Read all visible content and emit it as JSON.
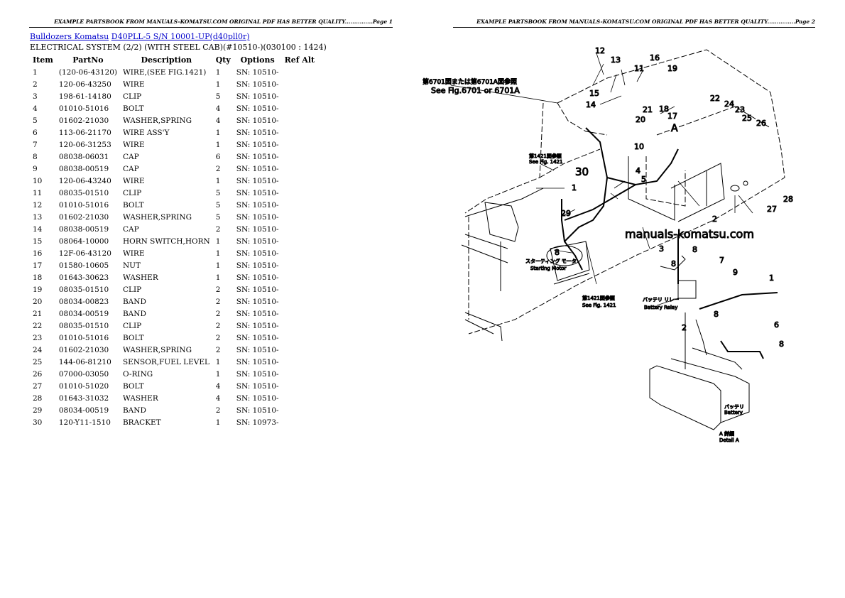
{
  "pages": {
    "left": {
      "header": "EXAMPLE PARTSBOOK FROM MANUALS-KOMATSU.COM ORIGINAL PDF HAS BETTER QUALITY...............Page 1"
    },
    "right": {
      "header": "EXAMPLE PARTSBOOK FROM MANUALS-KOMATSU.COM ORIGINAL PDF HAS BETTER QUALITY...............Page 2"
    }
  },
  "breadcrumb": {
    "category_link": "Bulldozers Komatsu",
    "model_link": "D40PLL-5 S/N 10001-UP(d40pll0r)"
  },
  "section_title": "ELECTRICAL SYSTEM (2/2) (WITH STEEL CAB)(#10510-)(030100 : 1424)",
  "table": {
    "headers": [
      "Item",
      "PartNo",
      "Description",
      "Qty",
      "Options",
      "Ref Alt"
    ],
    "rows": [
      {
        "item": "1",
        "partno": "(120-06-43120)",
        "desc": "WIRE,(SEE FIG.1421)",
        "qty": "1",
        "options": "SN: 10510-",
        "ref": ""
      },
      {
        "item": "2",
        "partno": "120-06-43250",
        "desc": "WIRE",
        "qty": "1",
        "options": "SN: 10510-",
        "ref": ""
      },
      {
        "item": "3",
        "partno": "198-61-14180",
        "desc": "CLIP",
        "qty": "5",
        "options": "SN: 10510-",
        "ref": ""
      },
      {
        "item": "4",
        "partno": "01010-51016",
        "desc": "BOLT",
        "qty": "4",
        "options": "SN: 10510-",
        "ref": ""
      },
      {
        "item": "5",
        "partno": "01602-21030",
        "desc": "WASHER,SPRING",
        "qty": "4",
        "options": "SN: 10510-",
        "ref": ""
      },
      {
        "item": "6",
        "partno": "113-06-21170",
        "desc": "WIRE ASS'Y",
        "qty": "1",
        "options": "SN: 10510-",
        "ref": ""
      },
      {
        "item": "7",
        "partno": "120-06-31253",
        "desc": "WIRE",
        "qty": "1",
        "options": "SN: 10510-",
        "ref": ""
      },
      {
        "item": "8",
        "partno": "08038-06031",
        "desc": "CAP",
        "qty": "6",
        "options": "SN: 10510-",
        "ref": ""
      },
      {
        "item": "9",
        "partno": "08038-00519",
        "desc": "CAP",
        "qty": "2",
        "options": "SN: 10510-",
        "ref": ""
      },
      {
        "item": "10",
        "partno": "120-06-43240",
        "desc": "WIRE",
        "qty": "1",
        "options": "SN: 10510-",
        "ref": ""
      },
      {
        "item": "11",
        "partno": "08035-01510",
        "desc": "CLIP",
        "qty": "5",
        "options": "SN: 10510-",
        "ref": ""
      },
      {
        "item": "12",
        "partno": "01010-51016",
        "desc": "BOLT",
        "qty": "5",
        "options": "SN: 10510-",
        "ref": ""
      },
      {
        "item": "13",
        "partno": "01602-21030",
        "desc": "WASHER,SPRING",
        "qty": "5",
        "options": "SN: 10510-",
        "ref": ""
      },
      {
        "item": "14",
        "partno": "08038-00519",
        "desc": "CAP",
        "qty": "2",
        "options": "SN: 10510-",
        "ref": ""
      },
      {
        "item": "15",
        "partno": "08064-10000",
        "desc": "HORN SWITCH,HORN",
        "qty": "1",
        "options": "SN: 10510-",
        "ref": ""
      },
      {
        "item": "16",
        "partno": "12F-06-43120",
        "desc": "WIRE",
        "qty": "1",
        "options": "SN: 10510-",
        "ref": ""
      },
      {
        "item": "17",
        "partno": "01580-10605",
        "desc": "NUT",
        "qty": "1",
        "options": "SN: 10510-",
        "ref": ""
      },
      {
        "item": "18",
        "partno": "01643-30623",
        "desc": "WASHER",
        "qty": "1",
        "options": "SN: 10510-",
        "ref": ""
      },
      {
        "item": "19",
        "partno": "08035-01510",
        "desc": "CLIP",
        "qty": "2",
        "options": "SN: 10510-",
        "ref": ""
      },
      {
        "item": "20",
        "partno": "08034-00823",
        "desc": "BAND",
        "qty": "2",
        "options": "SN: 10510-",
        "ref": ""
      },
      {
        "item": "21",
        "partno": "08034-00519",
        "desc": "BAND",
        "qty": "2",
        "options": "SN: 10510-",
        "ref": ""
      },
      {
        "item": "22",
        "partno": "08035-01510",
        "desc": "CLIP",
        "qty": "2",
        "options": "SN: 10510-",
        "ref": ""
      },
      {
        "item": "23",
        "partno": "01010-51016",
        "desc": "BOLT",
        "qty": "2",
        "options": "SN: 10510-",
        "ref": ""
      },
      {
        "item": "24",
        "partno": "01602-21030",
        "desc": "WASHER,SPRING",
        "qty": "2",
        "options": "SN: 10510-",
        "ref": ""
      },
      {
        "item": "25",
        "partno": "144-06-81210",
        "desc": "SENSOR,FUEL LEVEL",
        "qty": "1",
        "options": "SN: 10510-",
        "ref": ""
      },
      {
        "item": "26",
        "partno": "07000-03050",
        "desc": "O-RING",
        "qty": "1",
        "options": "SN: 10510-",
        "ref": ""
      },
      {
        "item": "27",
        "partno": "01010-51020",
        "desc": "BOLT",
        "qty": "4",
        "options": "SN: 10510-",
        "ref": ""
      },
      {
        "item": "28",
        "partno": "01643-31032",
        "desc": "WASHER",
        "qty": "4",
        "options": "SN: 10510-",
        "ref": ""
      },
      {
        "item": "29",
        "partno": "08034-00519",
        "desc": "BAND",
        "qty": "2",
        "options": "SN: 10510-",
        "ref": ""
      },
      {
        "item": "30",
        "partno": "120-Y11-1510",
        "desc": "BRACKET",
        "qty": "1",
        "options": "SN: 10973-",
        "ref": ""
      }
    ]
  },
  "diagram": {
    "watermark": "manuals-komatsu.com",
    "callouts": {
      "see_fig_6701_jp": "第6701図または第6701A図参照",
      "see_fig_6701": "See Fig.6701 or 6701A",
      "see_fig_1421_jp_a": "第1421図参照",
      "see_fig_1421_a": "See Fig. 1421",
      "see_fig_1421_jp_b": "第1421図参照",
      "see_fig_1421_b": "See Fig. 1421",
      "starting_motor_jp": "スターティング モータ",
      "starting_motor": "Starting Motor",
      "battery_relay_jp": "バッテリ リレー",
      "battery_relay": "Battery Relay",
      "battery_jp": "バッテリ",
      "battery": "Battery",
      "detail_jp": "A 詳細",
      "detail": "Detail A",
      "view_a": "A"
    },
    "labels": [
      "12",
      "13",
      "11",
      "16",
      "19",
      "15",
      "14",
      "21",
      "20",
      "18",
      "17",
      "22",
      "24",
      "23",
      "25",
      "26",
      "10",
      "30",
      "4",
      "5",
      "1",
      "2",
      "27",
      "28",
      "29",
      "8",
      "3",
      "8",
      "7",
      "8",
      "9",
      "1",
      "2",
      "8",
      "6",
      "8"
    ]
  }
}
